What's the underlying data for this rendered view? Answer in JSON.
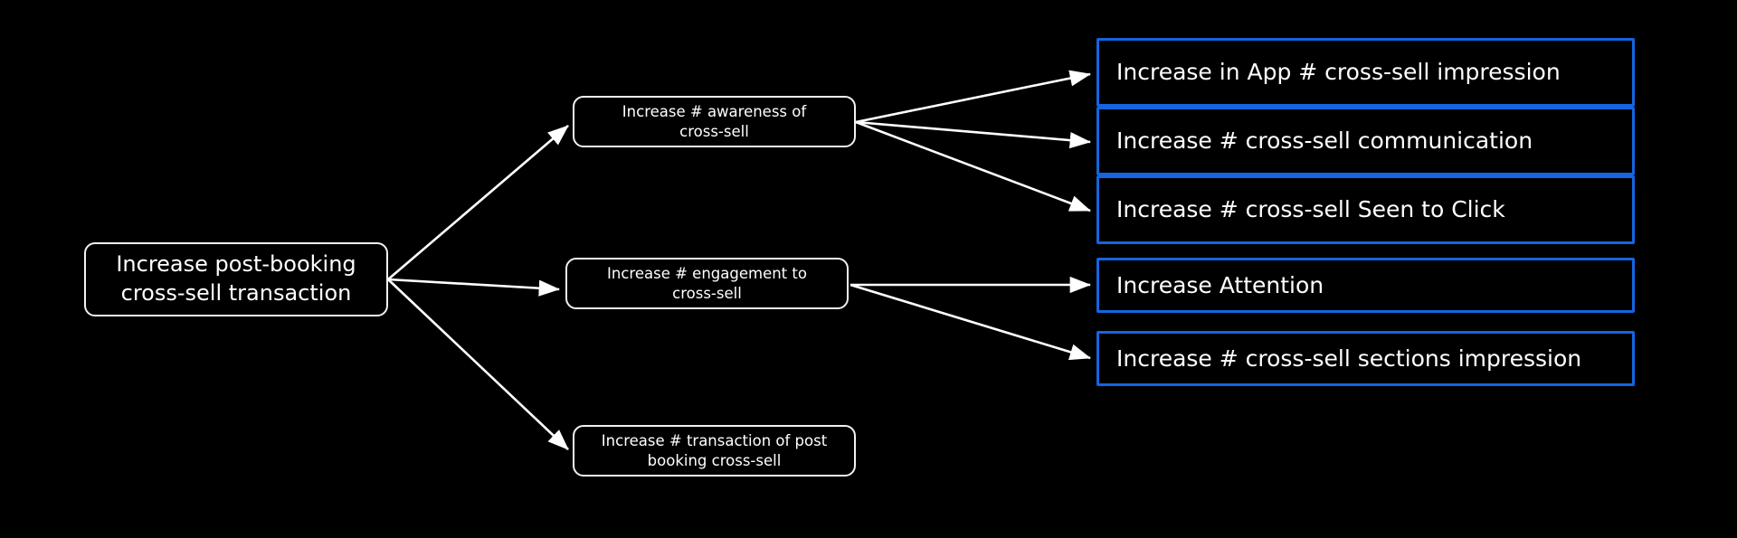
{
  "diagram": {
    "type": "driver-tree",
    "background_color": "#000000",
    "node_border_color": "#f2f2f2",
    "metric_border_color": "#1565e0",
    "text_color": "#ffffff",
    "edge_color": "#ffffff"
  },
  "root": {
    "label": "Increase post-booking\ncross-sell transaction"
  },
  "drivers": [
    {
      "id": "awareness",
      "label": "Increase # awareness of\ncross-sell"
    },
    {
      "id": "engagement",
      "label": "Increase # engagement to\ncross-sell"
    },
    {
      "id": "transaction",
      "label": "Increase # transaction of post\nbooking cross-sell"
    }
  ],
  "metrics": [
    {
      "id": "app-impression",
      "label": "Increase in App # cross-sell impression"
    },
    {
      "id": "communication",
      "label": "Increase # cross-sell communication"
    },
    {
      "id": "seen-to-click",
      "label": "Increase # cross-sell Seen to Click"
    },
    {
      "id": "attention",
      "label": "Increase Attention"
    },
    {
      "id": "sections-impression",
      "label": "Increase # cross-sell sections impression"
    }
  ],
  "connections": [
    {
      "from": "root",
      "to": "awareness"
    },
    {
      "from": "root",
      "to": "engagement"
    },
    {
      "from": "root",
      "to": "transaction"
    },
    {
      "from": "awareness",
      "to": "app-impression"
    },
    {
      "from": "awareness",
      "to": "communication"
    },
    {
      "from": "awareness",
      "to": "seen-to-click"
    },
    {
      "from": "engagement",
      "to": "attention"
    },
    {
      "from": "engagement",
      "to": "sections-impression"
    }
  ]
}
